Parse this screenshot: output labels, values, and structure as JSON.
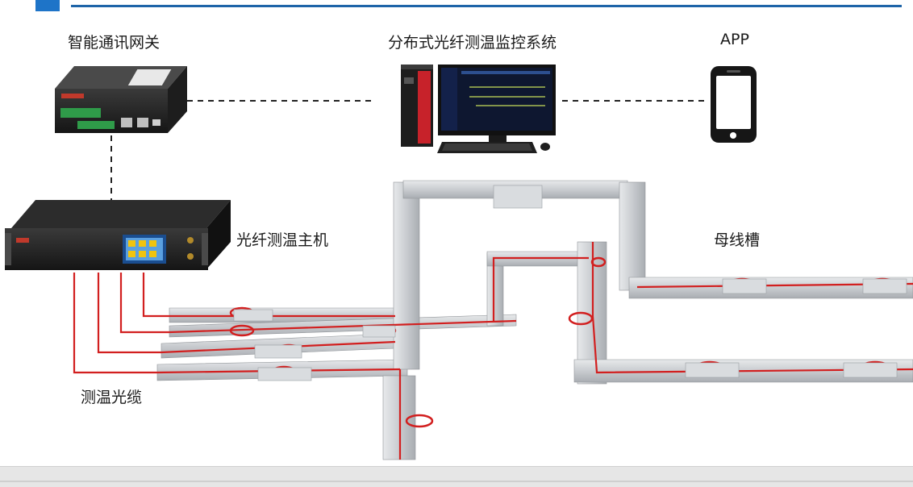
{
  "labels": {
    "gateway": "智能通讯网关",
    "monitor_system": "分布式光纤测温监控系统",
    "app": "APP",
    "host": "光纤测温主机",
    "busway": "母线槽",
    "cable": "测温光缆"
  },
  "colors": {
    "accent": "#1e74c8",
    "fiber": "#d21f1f",
    "busway": "#bfc3c7"
  }
}
